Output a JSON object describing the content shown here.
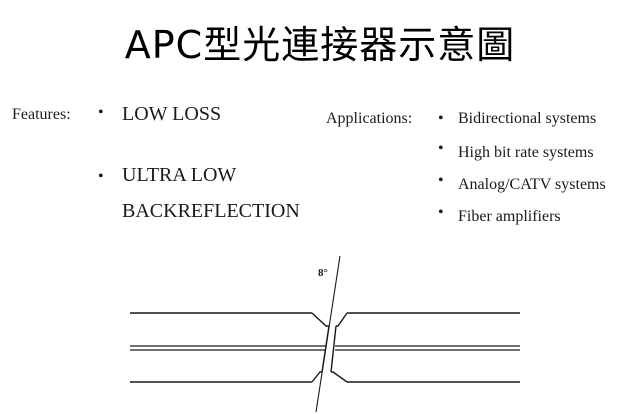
{
  "title": "APC型光連接器示意圖",
  "features": {
    "label": "Features:",
    "items": [
      "LOW LOSS",
      "ULTRA LOW",
      "BACKREFLECTION"
    ]
  },
  "applications": {
    "label": "Applications:",
    "items": [
      "Bidirectional systems",
      "High bit rate systems",
      "Analog/CATV systems",
      "Fiber amplifiers"
    ]
  },
  "diagram": {
    "angle_label": "8°"
  }
}
